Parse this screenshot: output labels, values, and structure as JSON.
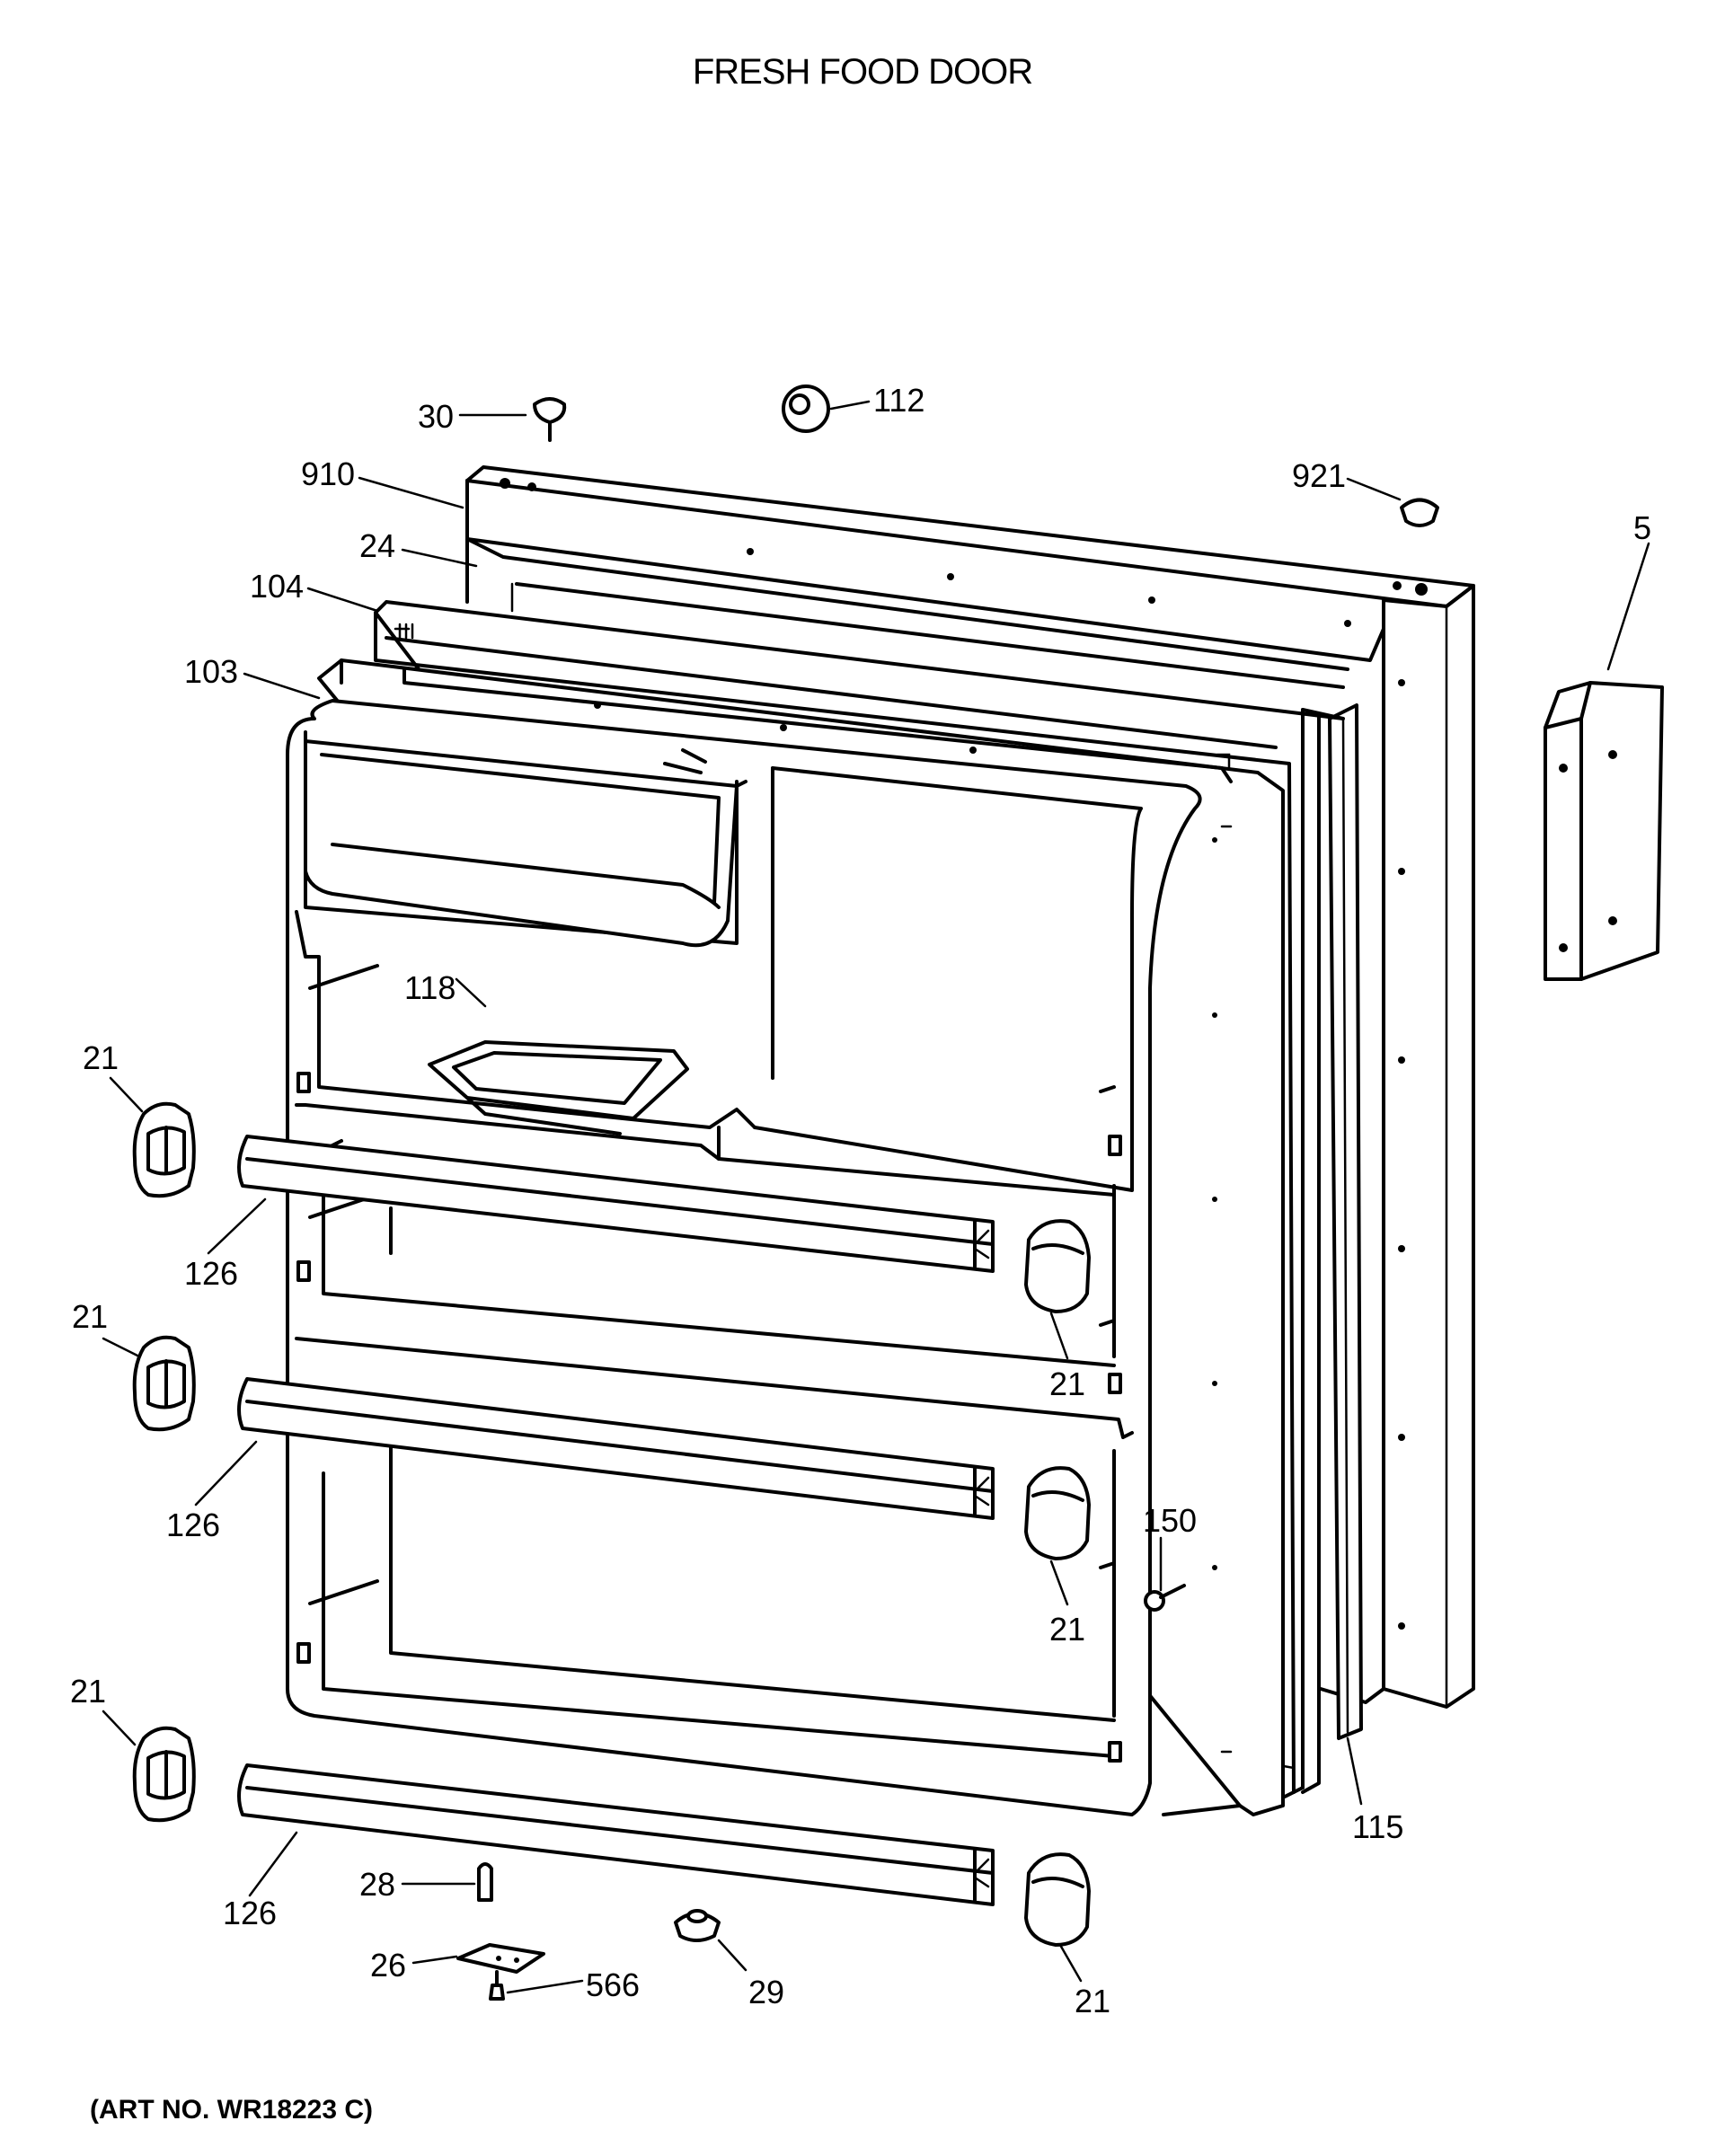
{
  "title": "FRESH FOOD DOOR",
  "art_no": "(ART NO. WR18223 C)",
  "callouts": {
    "c30": "30",
    "c112": "112",
    "c910": "910",
    "c921": "921",
    "c24": "24",
    "c104": "104",
    "c103": "103",
    "c5": "5",
    "c118": "118",
    "c21a": "21",
    "c126a": "126",
    "c21b": "21",
    "c21c": "21",
    "c126b": "126",
    "c150": "150",
    "c21d": "21",
    "c21e": "21",
    "c115": "115",
    "c126c": "126",
    "c28": "28",
    "c26": "26",
    "c566": "566",
    "c29": "29",
    "c21f": "21"
  },
  "parts": [
    "door-shell",
    "door-liner",
    "gasket",
    "dike",
    "dairy-door",
    "egg-tray",
    "shelf-bar",
    "shelf-bar-end-cap",
    "hinge-cover",
    "screw",
    "plug",
    "gasket-strip",
    "door-stop",
    "door-stop-bracket",
    "bearing"
  ]
}
